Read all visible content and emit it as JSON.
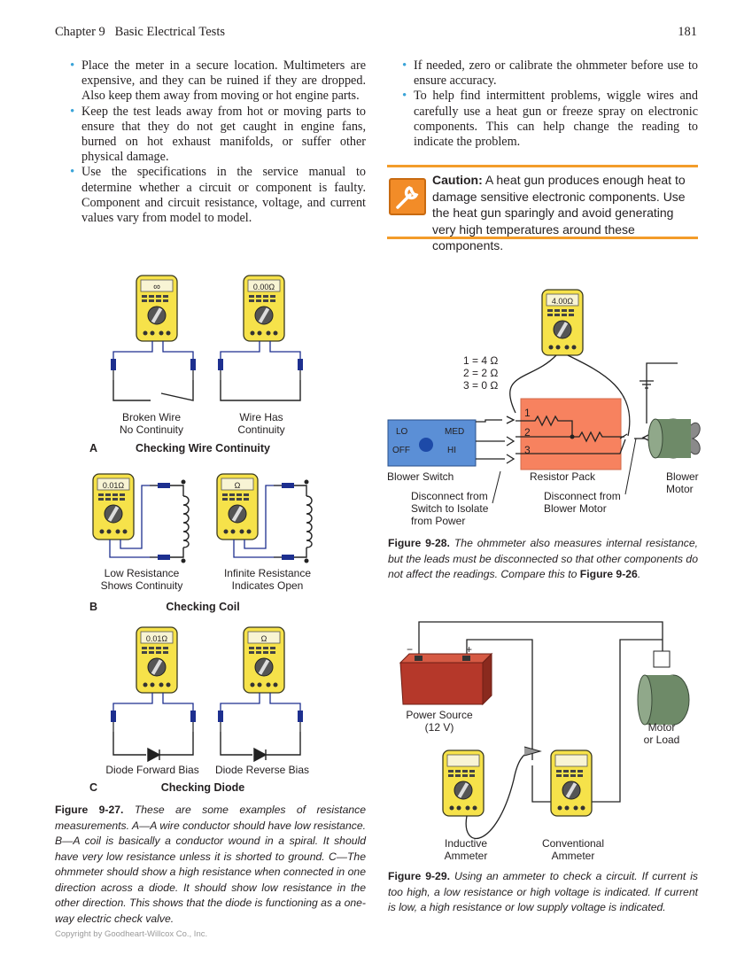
{
  "header": {
    "chapter": "Chapter 9",
    "chapter_title": "Basic Electrical Tests",
    "page_number": "181"
  },
  "left_bullets": [
    "Place the meter in a secure location. Multimeters are expensive, and they can be ruined if they are dropped. Also keep them away from moving or hot engine parts.",
    "Keep the test leads away from hot or moving parts to ensure that they do not get caught in engine fans, burned on hot exhaust manifolds, or suffer other physical damage.",
    "Use the specifications in the service manual to determine whether a circuit or component is faulty. Component and circuit resistance, voltage, and current values vary from model to model."
  ],
  "right_bullets": [
    "If needed, zero or calibrate the ohmmeter before use to ensure accuracy.",
    "To help find intermittent problems, wiggle wires and carefully use a heat gun or freeze spray on electronic components. This can help change the reading to indicate the problem."
  ],
  "caution": {
    "label": "Caution:",
    "text": "A heat gun produces enough heat to damage sensitive electronic components. Use the heat gun sparingly and avoid generating very high temperatures around these components."
  },
  "fig27": {
    "a": {
      "letter": "A",
      "title": "Checking Wire Continuity",
      "left_label_1": "Broken Wire",
      "left_label_2": "No Continuity",
      "right_label_1": "Wire Has",
      "right_label_2": "Continuity",
      "left_reading": "∞",
      "right_reading": "0.00Ω"
    },
    "b": {
      "letter": "B",
      "title": "Checking Coil",
      "left_label_1": "Low Resistance",
      "left_label_2": "Shows Continuity",
      "right_label_1": "Infinite Resistance",
      "right_label_2": "Indicates Open",
      "left_reading": "0.01Ω",
      "right_reading": "Ω"
    },
    "c": {
      "letter": "C",
      "title": "Checking Diode",
      "left_label": "Diode Forward Bias",
      "right_label": "Diode Reverse Bias",
      "left_reading": "0.01Ω",
      "right_reading": "Ω"
    },
    "caption_num": "Figure 9-27.",
    "caption": "These are some examples of resistance measurements. A—A wire conductor should have low resistance. B—A coil is basically a conductor wound in a spiral. It should have very low resistance unless it is shorted to ground. C—The ohmmeter should show a high resistance when connected in one direction across a diode. It should show low resistance in the other direction. This shows that the diode is functioning as a one-way electric check valve."
  },
  "fig28": {
    "reading": "4.00Ω",
    "legend": [
      "1 = 4 Ω",
      "2 = 2 Ω",
      "3 = 0 Ω"
    ],
    "switch_labels": {
      "lo": "LO",
      "med": "MED",
      "off": "OFF",
      "hi": "HI"
    },
    "numbers": [
      "1",
      "2",
      "3"
    ],
    "blower_switch": "Blower Switch",
    "resistor_pack": "Resistor Pack",
    "blower_motor_1": "Blower",
    "blower_motor_2": "Motor",
    "disc_switch": [
      "Disconnect from",
      "Switch to Isolate",
      "from Power"
    ],
    "disc_motor": [
      "Disconnect from",
      "Blower Motor"
    ],
    "caption_num": "Figure 9-28.",
    "caption": "The ohmmeter also measures internal resistance, but the leads must be disconnected so that other components do not affect the readings. Compare this to",
    "caption_ref": "Figure 9-26",
    "caption_end": "."
  },
  "fig29": {
    "minus": "−",
    "plus": "+",
    "power_source_1": "Power Source",
    "power_source_2": "(12 V)",
    "motor_1": "Motor",
    "motor_2": "or Load",
    "inductive_1": "Inductive",
    "inductive_2": "Ammeter",
    "conventional_1": "Conventional",
    "conventional_2": "Ammeter",
    "caption_num": "Figure 9-29.",
    "caption": "Using an ammeter to check a circuit. If current is too high, a low resistance or high voltage is indicated. If current is low, a high resistance or low supply voltage is indicated."
  },
  "footer": "Copyright by Goodheart-Willcox Co., Inc.",
  "colors": {
    "bullet": "#3aa4d8",
    "caution_rule": "#f39c2a",
    "meter_yellow": "#f6e24a",
    "wire_blue": "#1d2f8f",
    "switch_blue": "#5b8fd6",
    "resistor_orange": "#f7825f",
    "battery_red": "#b5382a"
  }
}
